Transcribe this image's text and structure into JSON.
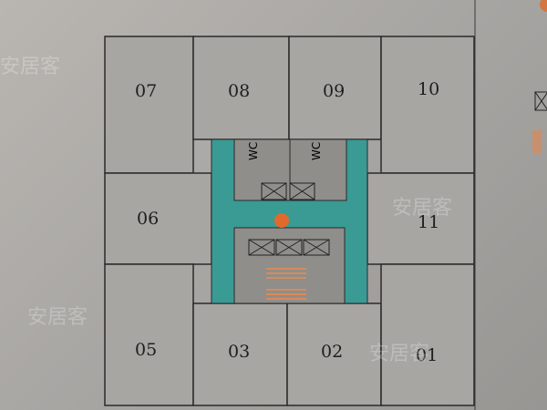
{
  "rooms": {
    "r07": "07",
    "r08": "08",
    "r09": "09",
    "r10": "10",
    "r06": "06",
    "r11": "11",
    "r05": "05",
    "r03": "03",
    "r02": "02",
    "r01": "01"
  },
  "core": {
    "wc_left": "WC",
    "wc_right": "WC"
  },
  "legend": {
    "elevator_icon": "elevator-icon",
    "stair_icon": "stair-icon"
  },
  "watermark": "安居客",
  "colors": {
    "corridor": "#3a9a94",
    "you_are_here": "#e06a2c",
    "stair": "#d98a5a"
  }
}
